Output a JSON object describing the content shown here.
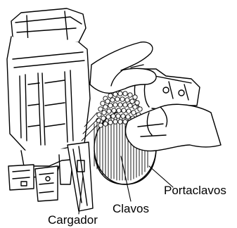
{
  "labels": {
    "portaclavos": "Portaclavos",
    "clavos": "Clavos",
    "cargador": "Cargador"
  },
  "colors": {
    "line": "#000000",
    "background": "#ffffff"
  }
}
